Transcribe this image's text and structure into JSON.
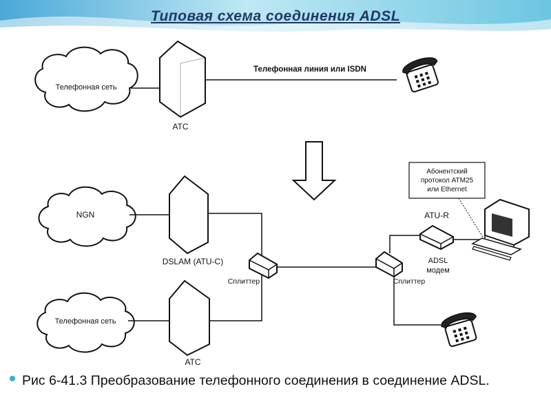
{
  "slide": {
    "title": "Типовая схема соединения ADSL",
    "caption": "Рис 6-41.3 Преобразование телефонного соединения в соединение ADSL."
  },
  "diagram": {
    "top": {
      "network_label": "Телефонная сеть",
      "exchange_label": "АТС",
      "line_label": "Телефонная линия или ISDN"
    },
    "bottom": {
      "ngn_label": "NGN",
      "dslam_label": "DSLAM (ATU-C)",
      "network_label": "Телефонная сеть",
      "exchange_label": "АТС",
      "splitter_left_label": "Сплиттер",
      "splitter_right_label": "Сплиттер",
      "atur_label": "ATU-R",
      "modem_label_1": "ADSL",
      "modem_label_2": "модем",
      "protocol_label_1": "Абонентский",
      "protocol_label_2": "протокол АТМ25",
      "protocol_label_3": "или Ethernet"
    }
  },
  "colors": {
    "title": "#1f3864",
    "header_band": "#8fd3e8",
    "bullet": "#2fb4c4"
  }
}
